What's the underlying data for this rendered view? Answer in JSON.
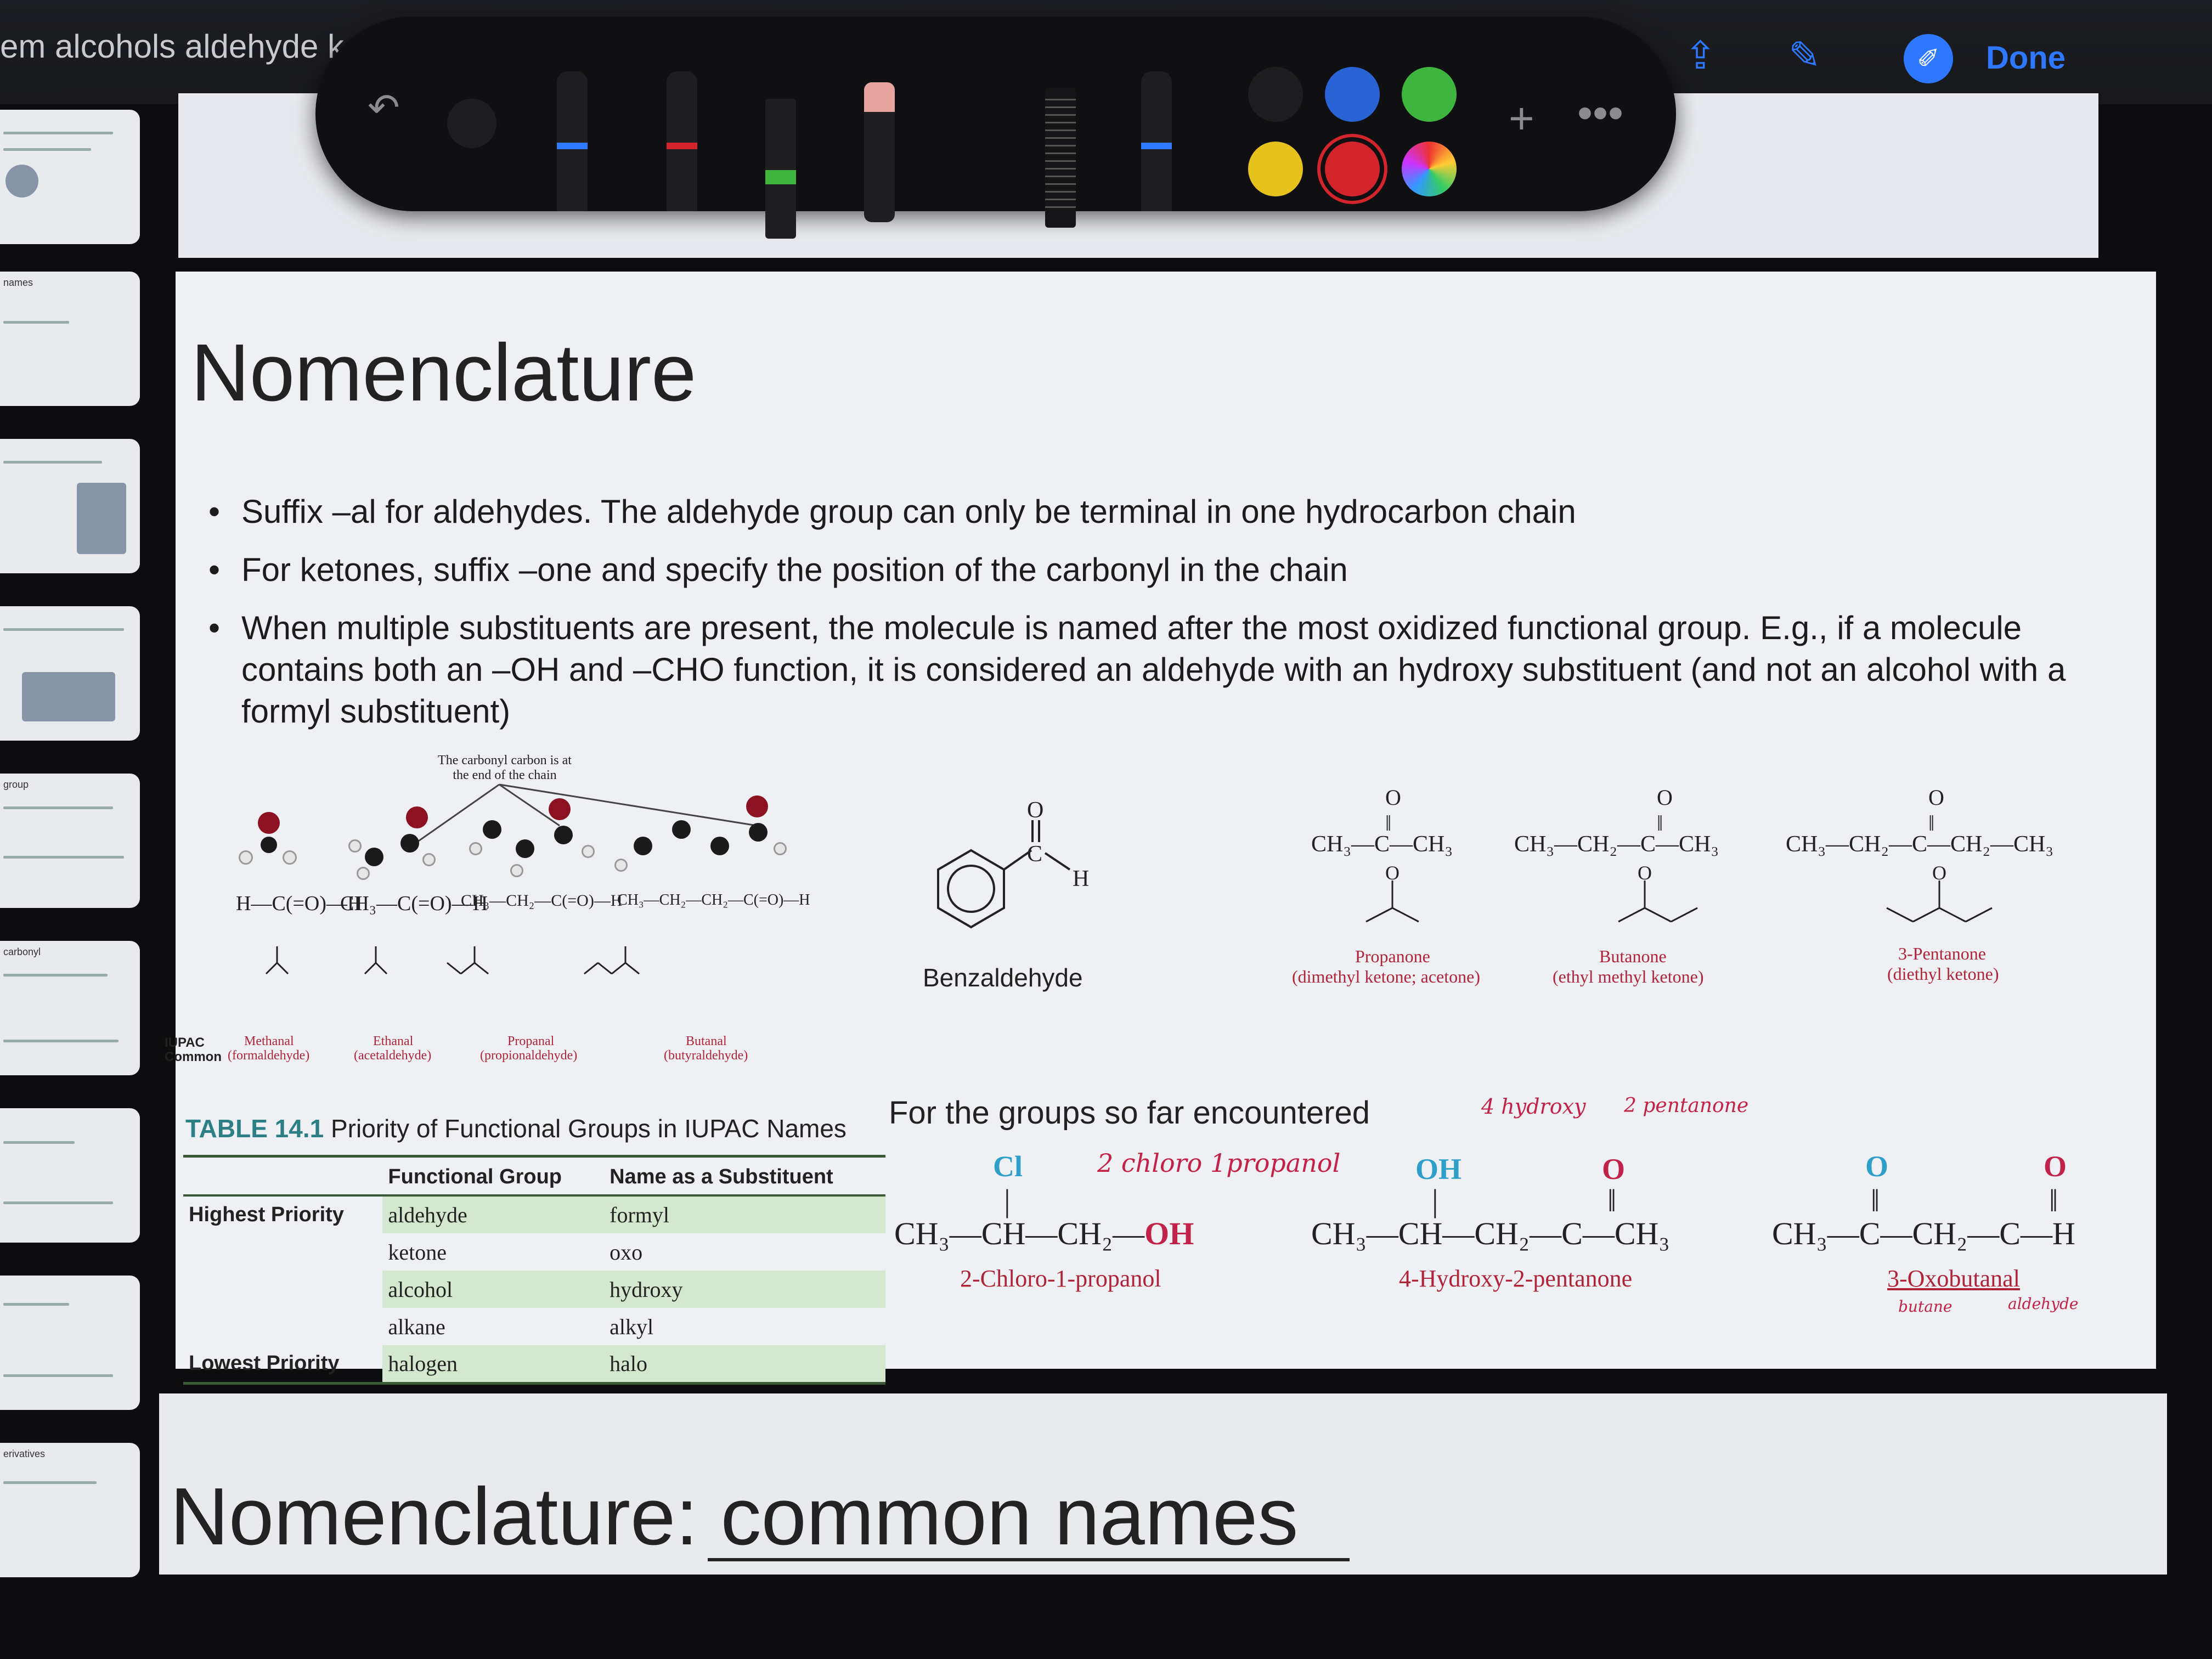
{
  "app": {
    "doc_title": "em alcohols aldehyde k",
    "done_label": "Done",
    "share_icon": "share-icon",
    "markup_icon": "markup-icon",
    "pencil_icon": "pencil-circle-icon"
  },
  "toolbar": {
    "undo_icon": "undo-icon",
    "redo_icon": "redo-icon",
    "tools": [
      "pen-blue",
      "pen-red",
      "highlighter-green",
      "eraser",
      "lasso",
      "ruler",
      "pencil-blue"
    ],
    "colors": [
      "#1e1e20",
      "#2a63d6",
      "#3db53f",
      "#e8c21c",
      "#d3232b",
      "multicolor"
    ],
    "selected_color": "#d3232b",
    "add_label": "+",
    "more_label": "•••"
  },
  "sidebar": {
    "thumb_titles": [
      "",
      "names",
      "",
      "",
      "group",
      "carbonyl",
      "",
      "",
      "erivatives"
    ]
  },
  "slide": {
    "heading": "Nomenclature",
    "bullets": [
      "Suffix –al for aldehydes. The aldehyde group can only be terminal in one hydrocarbon chain",
      "For ketones, suffix –one and specify the position of the carbonyl in the chain",
      "When multiple substituents are present, the molecule is named after the most oxidized functional group. E.g., if a molecule contains both an –OH and –CHO function, it is considered an aldehyde with an hydroxy substituent (and not an alcohol with a formyl substituent)"
    ],
    "carbonyl_note": "The carbonyl carbon is at the end of the chain",
    "row_labels": {
      "iupac": "IUPAC",
      "common": "Common"
    },
    "aldehydes": [
      {
        "iupac": "Methanal",
        "common": "(formaldehyde)",
        "formula": "H—C(=O)—H"
      },
      {
        "iupac": "Ethanal",
        "common": "(acetaldehyde)",
        "formula": "CH₃—C(=O)—H"
      },
      {
        "iupac": "Propanal",
        "common": "(propionaldehyde)",
        "formula": "CH₃—CH₂—C(=O)—H"
      },
      {
        "iupac": "Butanal",
        "common": "(butyraldehyde)",
        "formula": "CH₃—CH₂—CH₂—C(=O)—H"
      }
    ],
    "benzaldehyde": "Benzaldehyde",
    "ketones": [
      {
        "formula": "CH₃—C—CH₃",
        "name": "Propanone",
        "common": "(dimethyl ketone; acetone)"
      },
      {
        "formula": "CH₃—CH₂—C—CH₃",
        "name": "Butanone",
        "common": "(ethyl methyl ketone)"
      },
      {
        "formula": "CH₃—CH₂—C—CH₂—CH₃",
        "name": "3-Pentanone",
        "common": "(diethyl ketone)"
      }
    ],
    "table": {
      "caption_num": "TABLE 14.1",
      "caption_text": "Priority of Functional Groups in IUPAC Names",
      "headers": [
        "",
        "Functional Group",
        "Name as a Substituent"
      ],
      "rows": [
        [
          "Highest Priority",
          "aldehyde",
          "formyl"
        ],
        [
          "",
          "ketone",
          "oxo"
        ],
        [
          "",
          "alcohol",
          "hydroxy"
        ],
        [
          "",
          "alkane",
          "alkyl"
        ],
        [
          "Lowest Priority",
          "halogen",
          "halo"
        ]
      ]
    },
    "groups_heading": "For the groups so far encountered",
    "examples": [
      {
        "name": "2-Chloro-1-propanol",
        "substituent": "Cl",
        "chain": "CH₃—CH—CH₂—",
        "end": "OH"
      },
      {
        "name": "4-Hydroxy-2-pentanone",
        "substituent": "OH",
        "chain": "CH₃—CH—CH₂—C—CH₃",
        "o": "O"
      },
      {
        "name": "3-Oxobutanal",
        "o": "O",
        "chain": "CH₃—C—CH₂—C—H"
      }
    ],
    "handwriting": {
      "ex1": "2 chloro 1propanol",
      "ex2a": "4 hydroxy",
      "ex2b": "2 pentanone",
      "ex3a": "butane",
      "ex3b": "aldehyde"
    }
  },
  "next_slide": {
    "heading": "Nomenclature: common names"
  }
}
